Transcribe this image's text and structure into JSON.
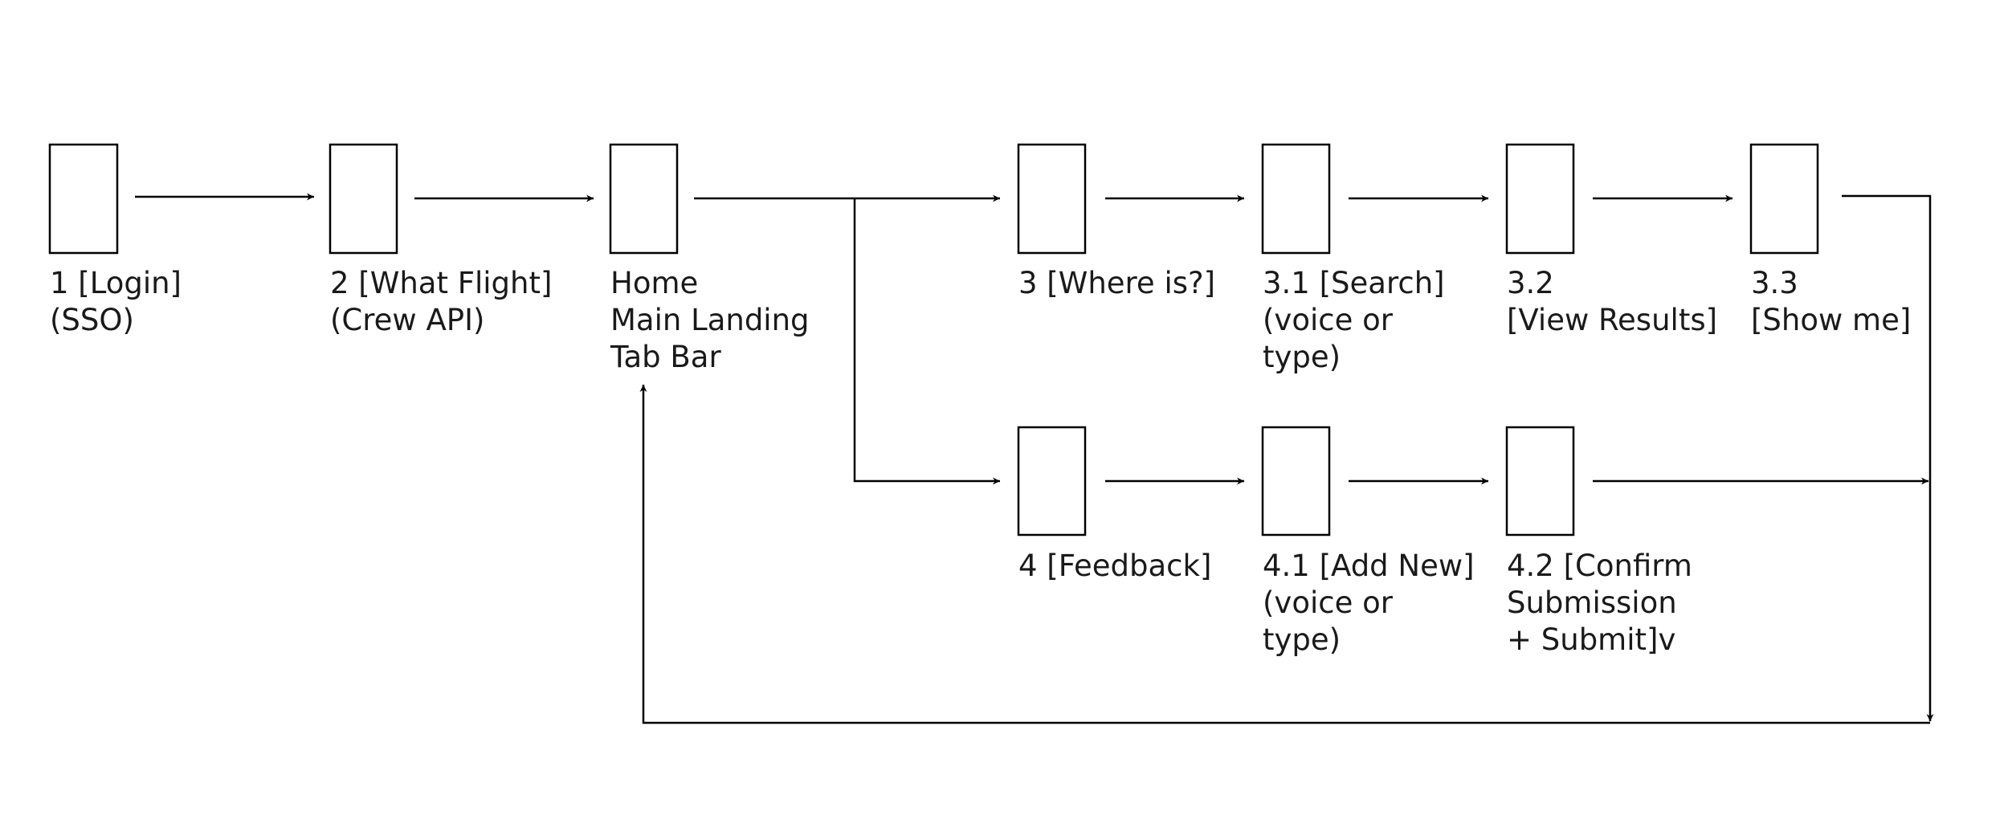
{
  "nodes": [
    {
      "id": "login",
      "lines": [
        "1 [Login]",
        "(SSO)"
      ]
    },
    {
      "id": "what-flight",
      "lines": [
        "2 [What Flight]",
        "(Crew API)"
      ]
    },
    {
      "id": "home",
      "lines": [
        "Home",
        "Main Landing",
        "Tab Bar"
      ]
    },
    {
      "id": "where-is",
      "lines": [
        "3 [Where is?]"
      ]
    },
    {
      "id": "search",
      "lines": [
        "3.1 [Search]",
        "(voice or",
        "type)"
      ]
    },
    {
      "id": "view-results",
      "lines": [
        "3.2",
        "[View Results]"
      ]
    },
    {
      "id": "show-me",
      "lines": [
        "3.3",
        "[Show me]"
      ]
    },
    {
      "id": "feedback",
      "lines": [
        "4 [Feedback]"
      ]
    },
    {
      "id": "add-new",
      "lines": [
        "4.1 [Add New]",
        "(voice or",
        "type)"
      ]
    },
    {
      "id": "confirm-submission",
      "lines": [
        "4.2 [Confirm",
        "Submission",
        "+ Submit]v"
      ]
    }
  ],
  "edges": [
    {
      "from": "login",
      "to": "what-flight"
    },
    {
      "from": "what-flight",
      "to": "home"
    },
    {
      "from": "home",
      "to": "where-is"
    },
    {
      "from": "home",
      "to": "feedback"
    },
    {
      "from": "where-is",
      "to": "search"
    },
    {
      "from": "search",
      "to": "view-results"
    },
    {
      "from": "view-results",
      "to": "show-me"
    },
    {
      "from": "feedback",
      "to": "add-new"
    },
    {
      "from": "add-new",
      "to": "confirm-submission"
    },
    {
      "from": "show-me",
      "to": "home"
    },
    {
      "from": "confirm-submission",
      "to": "home"
    }
  ],
  "colors": {
    "stroke": "#000000",
    "text": "#1a1a1a",
    "background": "#ffffff"
  }
}
